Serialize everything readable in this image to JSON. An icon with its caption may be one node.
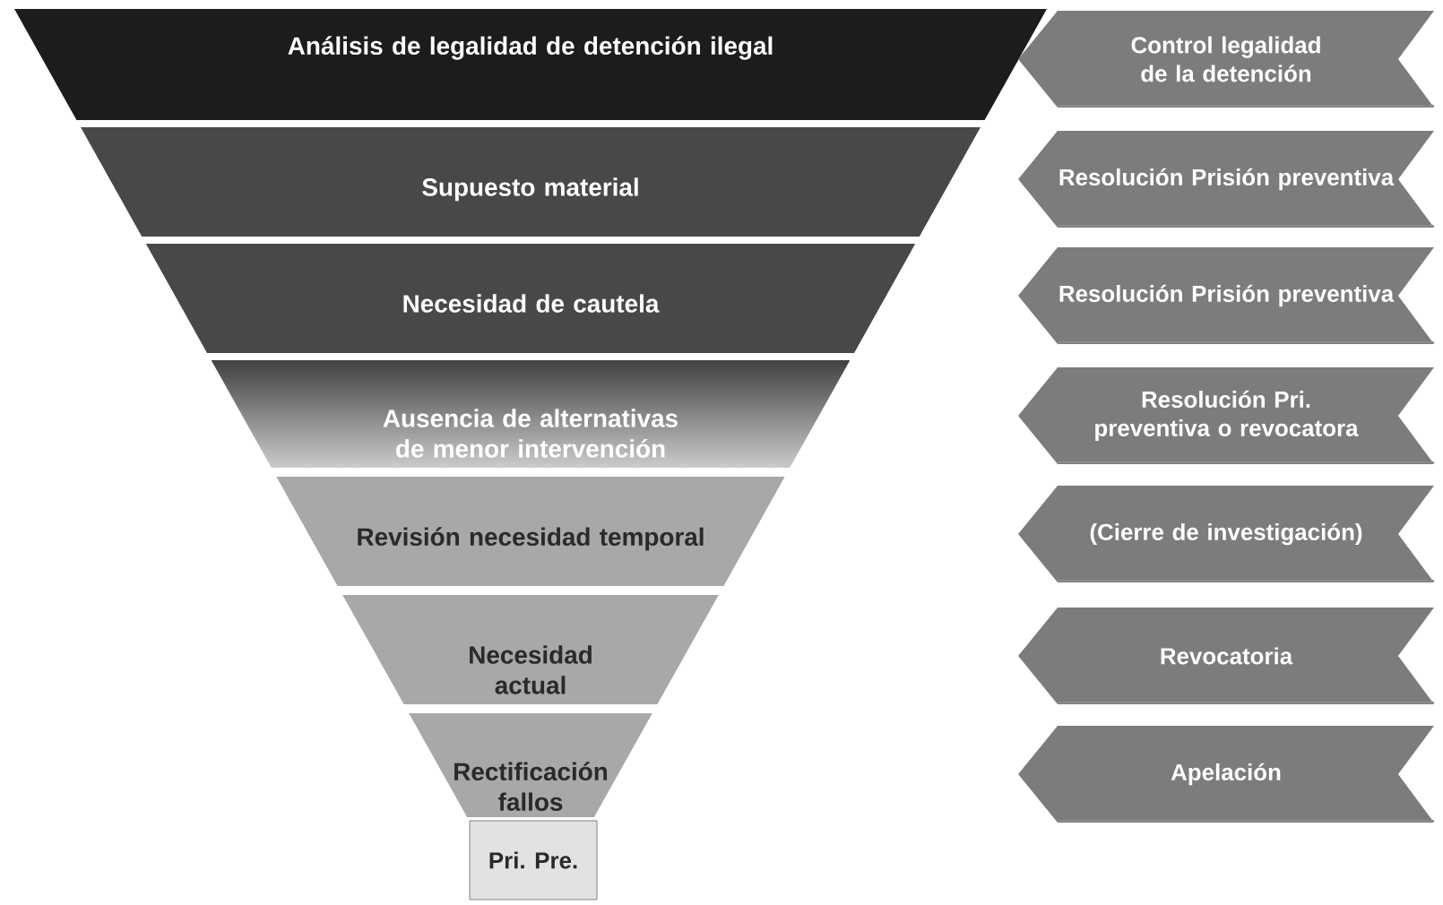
{
  "diagram": {
    "nodes": [
      {
        "text": [
          "Análisis de legalidad de detención ilegal"
        ]
      },
      {
        "text": [
          "Supuesto material"
        ]
      },
      {
        "text": [
          "Necesidad de cautela"
        ]
      },
      {
        "text": [
          "Ausencia de alternativas de menor intervención"
        ]
      },
      {
        "text": [
          "Revisión necesidad temporal"
        ]
      },
      {
        "text": [
          "Necesidad actual"
        ]
      },
      {
        "text": [
          "Rectificación fallos"
        ]
      },
      {
        "text": [
          "Pri. Pre."
        ]
      },
      {
        "text": [
          "Control legalidad de la detención"
        ]
      },
      {
        "text": [
          "Resolución Prisión preventiva"
        ]
      },
      {
        "text": [
          "Resolución Prisión preventiva"
        ]
      },
      {
        "text": [
          "Resolución Pri. preventiva o revocatora"
        ]
      },
      {
        "text": [
          "(Cierre de investigación)"
        ]
      },
      {
        "text": [
          "Revocatoria"
        ]
      },
      {
        "text": [
          "Apelación"
        ]
      }
    ]
  }
}
